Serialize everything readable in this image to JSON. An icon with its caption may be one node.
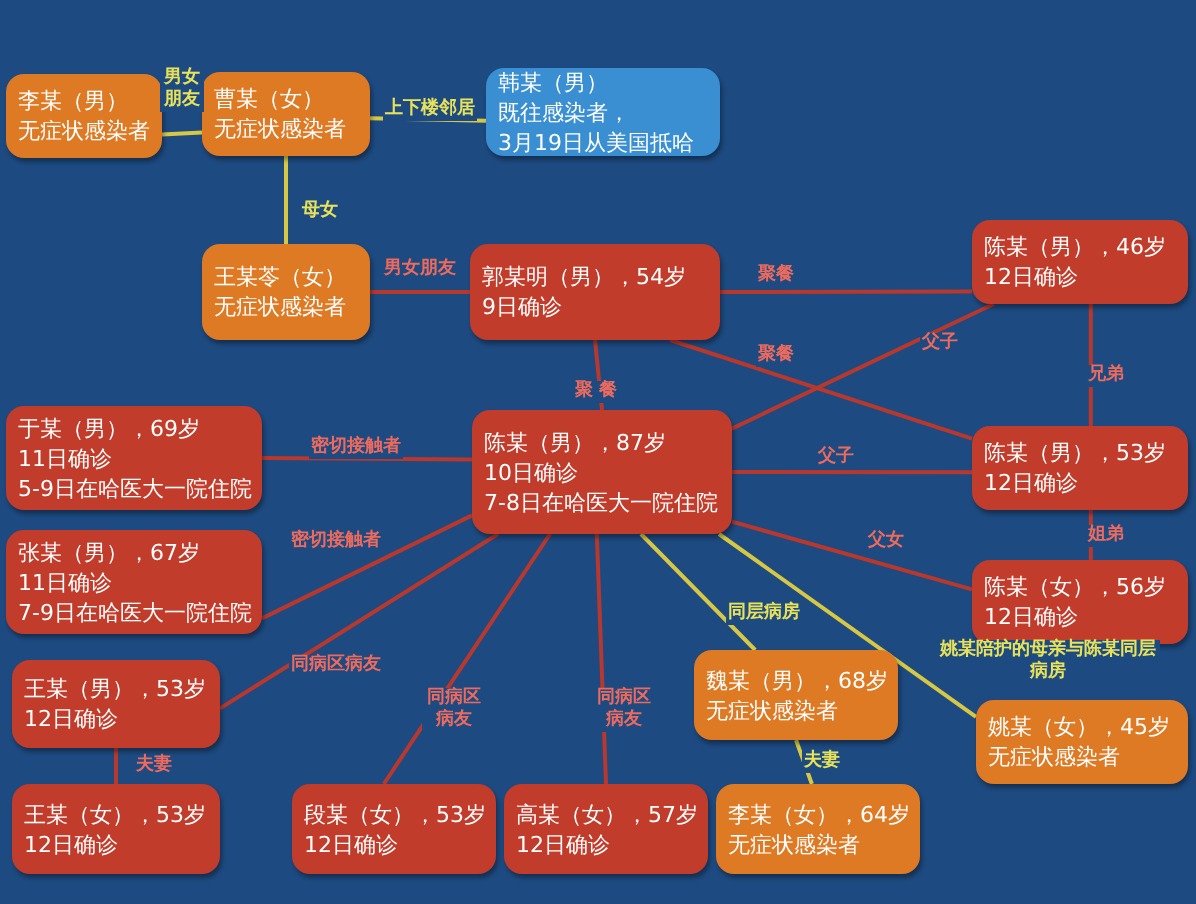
{
  "diagram": {
    "nodes": [
      {
        "text": [
          "李某（男）",
          "无症状感染者"
        ]
      },
      {
        "text": [
          "曹某（女）",
          "无症状感染者"
        ]
      },
      {
        "text": [
          "韩某（男）",
          "既往感染者，",
          "3月19日从美国抵哈"
        ]
      },
      {
        "text": [
          "王某苓（女）",
          "无症状感染者"
        ]
      },
      {
        "text": [
          "郭某明（男），54岁",
          "9日确诊"
        ]
      },
      {
        "text": [
          "陈某（男），46岁",
          "12日确诊"
        ]
      },
      {
        "text": [
          "于某（男），69岁",
          "11日确诊",
          "5-9日在哈医大一院住院"
        ]
      },
      {
        "text": [
          "陈某（男），87岁",
          "10日确诊",
          "7-8日在哈医大一院住院"
        ]
      },
      {
        "text": [
          "陈某（男），53岁",
          "12日确诊"
        ]
      },
      {
        "text": [
          "张某（男），67岁",
          "11日确诊",
          "7-9日在哈医大一院住院"
        ]
      },
      {
        "text": [
          "陈某（女），56岁",
          "12日确诊"
        ]
      },
      {
        "text": [
          "王某（男），53岁",
          "12日确诊"
        ]
      },
      {
        "text": [
          "魏某（男），68岁",
          "无症状感染者"
        ]
      },
      {
        "text": [
          "姚某（女），45岁",
          "无症状感染者"
        ]
      },
      {
        "text": [
          "王某（女），53岁",
          "12日确诊"
        ]
      },
      {
        "text": [
          "段某（女），53岁",
          "12日确诊"
        ]
      },
      {
        "text": [
          "高某（女），57岁",
          "12日确诊"
        ]
      },
      {
        "text": [
          "李某（女），64岁",
          "无症状感染者"
        ]
      }
    ],
    "edges": [
      {
        "from": 0,
        "to": 1,
        "arrow": "none",
        "label": "男女朋友",
        "color": "#d6c844"
      },
      {
        "from": 1,
        "to": 2,
        "arrow": "none",
        "label": "上下楼邻居",
        "color": "#d6c844"
      },
      {
        "from": 1,
        "to": 3,
        "arrow": "none",
        "label": "母女",
        "color": "#d6c844"
      },
      {
        "from": 3,
        "to": 4,
        "arrow": "none",
        "label": "男女朋友"
      },
      {
        "from": 4,
        "to": 5,
        "arrow": "none",
        "label": "聚餐"
      },
      {
        "from": 4,
        "to": 8,
        "arrow": "none",
        "label": "聚餐"
      },
      {
        "from": 4,
        "to": 7,
        "arrow": "none",
        "label": "聚 餐"
      },
      {
        "from": 7,
        "to": 5,
        "arrow": "none",
        "label": "父子"
      },
      {
        "from": 7,
        "to": 8,
        "arrow": "none",
        "label": "父子"
      },
      {
        "from": 7,
        "to": 10,
        "arrow": "none",
        "label": "父女"
      },
      {
        "from": 5,
        "to": 8,
        "arrow": "none",
        "label": "兄弟"
      },
      {
        "from": 8,
        "to": 10,
        "arrow": "none",
        "label": "姐弟"
      },
      {
        "from": 6,
        "to": 7,
        "arrow": "none",
        "label": "密切接触者"
      },
      {
        "from": 9,
        "to": 7,
        "arrow": "none",
        "label": "密切接触者"
      },
      {
        "from": 11,
        "to": 7,
        "arrow": "none",
        "label": "同病区病友"
      },
      {
        "from": 15,
        "to": 7,
        "arrow": "none",
        "label": "同病区病友"
      },
      {
        "from": 16,
        "to": 7,
        "arrow": "none",
        "label": "同病区病友"
      },
      {
        "from": 7,
        "to": 12,
        "arrow": "none",
        "label": "同层病房",
        "color": "#d6c844"
      },
      {
        "from": 7,
        "to": 13,
        "arrow": "none",
        "label": "姚某陪护的母亲与陈某同层病房",
        "color": "#d6c844"
      },
      {
        "from": 11,
        "to": 14,
        "arrow": "none",
        "label": "夫妻"
      },
      {
        "from": 12,
        "to": 17,
        "arrow": "none",
        "label": "夫妻",
        "color": "#d6c844"
      }
    ]
  }
}
